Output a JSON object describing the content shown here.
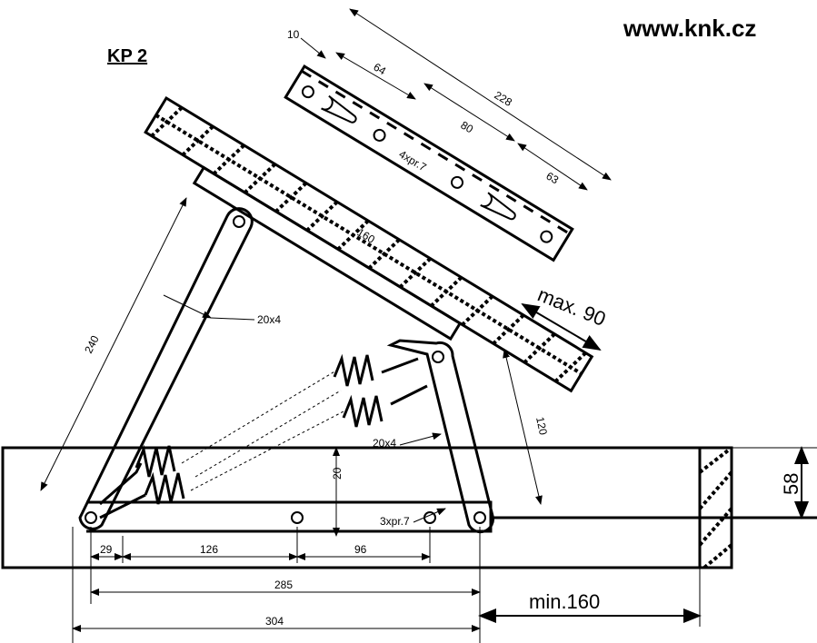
{
  "header": {
    "website": "www.knk.cz",
    "model": "KP 2"
  },
  "bracket_dims": {
    "offset": "10",
    "first_hole": "64",
    "total": "228",
    "middle": "80",
    "last": "63",
    "holes": "4xpr.7"
  },
  "board": {
    "width": "160"
  },
  "arm_dims": {
    "length": "240",
    "left_section": "20x4",
    "right_section": "20x4",
    "max_thickness": "max. 90",
    "depth": "120"
  },
  "base_dims": {
    "height": "20",
    "holes": "3xpr.7",
    "d1": "29",
    "d2": "126",
    "d3": "96",
    "d4": "285",
    "d5": "304",
    "min_gap": "min.160",
    "frame_height": "58"
  }
}
